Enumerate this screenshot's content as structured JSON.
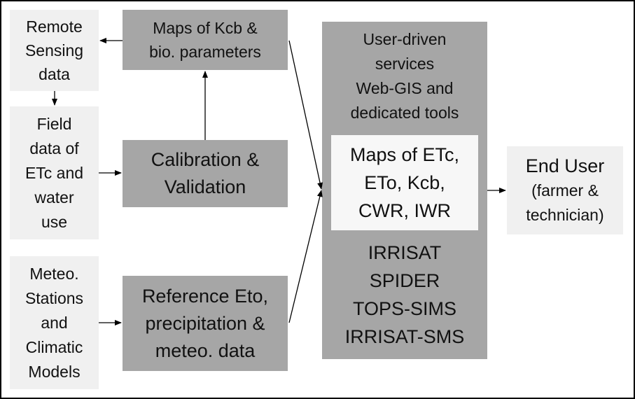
{
  "nodes": {
    "remote_sensing": [
      "Remote",
      "Sensing",
      "data"
    ],
    "field_data": [
      "Field",
      "data of",
      "ETc and",
      "water",
      "use"
    ],
    "meteo_stations": [
      "Meteo.",
      "Stations",
      "and",
      "Climatic",
      "Models"
    ],
    "maps_kcb": [
      "Maps of Kcb &",
      "bio. parameters"
    ],
    "calibration": [
      "Calibration &",
      "Validation"
    ],
    "reference_eto": [
      "Reference Eto,",
      "precipitation &",
      "meteo. data"
    ],
    "services_header": [
      "User-driven",
      "services",
      "Web-GIS and",
      "dedicated tools"
    ],
    "maps_etc": [
      "Maps of ETc,",
      "ETo, Kcb,",
      "CWR, IWR"
    ],
    "tools": [
      "IRRISAT",
      "SPIDER",
      "TOPS-SIMS",
      "IRRISAT-SMS"
    ],
    "end_user": [
      "End User",
      "(farmer &",
      "technician)"
    ]
  },
  "colors": {
    "light_box": "#f0f0f0",
    "dark_box": "#a6a6a6",
    "inner_box": "#f7f7f7",
    "arrow": "#000000"
  }
}
